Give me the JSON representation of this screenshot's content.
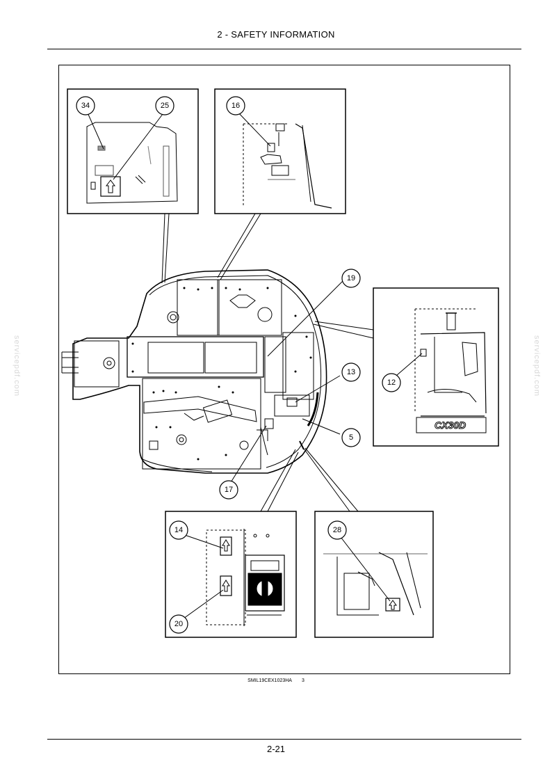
{
  "header": {
    "title": "2 - SAFETY INFORMATION"
  },
  "figure": {
    "callouts": [
      "34",
      "25",
      "16",
      "19",
      "13",
      "5",
      "12",
      "17",
      "14",
      "20",
      "28"
    ],
    "decal_text": "CX30D"
  },
  "caption": {
    "code": "SMIL19CEX1023HA",
    "number": "3"
  },
  "footer": {
    "page": "2-21"
  },
  "watermark": {
    "text": "servicepdf.com"
  }
}
